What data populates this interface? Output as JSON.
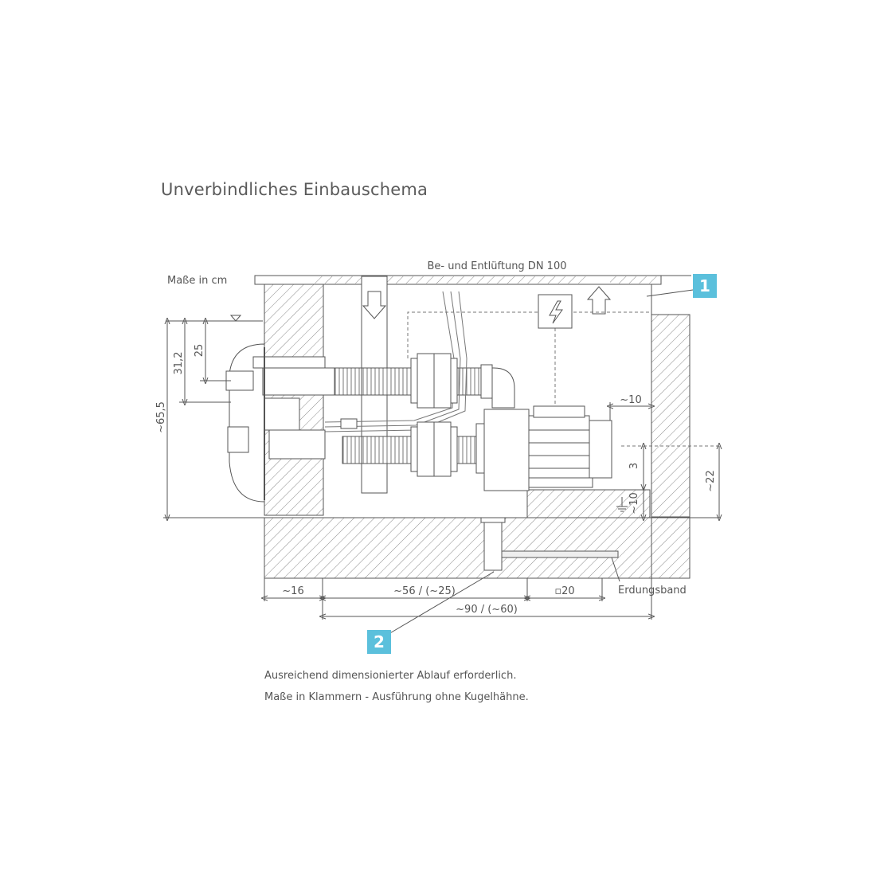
{
  "title": "Unverbindliches Einbauschema",
  "unit_label": "Maße in cm",
  "vent_label": "Be- und Entlüftung DN 100",
  "callouts": {
    "one": "1",
    "two": "2"
  },
  "dimensions": {
    "d_31_2": "31,2",
    "d_25": "25",
    "d_65_5": "~65,5",
    "d_10_top": "~10",
    "d_3": "3",
    "d_10_side": "~10",
    "d_22": "~22",
    "d_16": "~16",
    "d_56": "~56 / (~25)",
    "d_20": "▫20",
    "d_90": "~90 / (~60)"
  },
  "ground_label": "Erdungsband",
  "notes": [
    "Ausreichend dimensionierter Ablauf erforderlich.",
    "Maße in Klammern - Ausführung ohne Kugelhähne."
  ],
  "colors": {
    "accent": "#5bc0dc",
    "line": "#555555"
  },
  "icons": [
    "electrical-hazard-icon",
    "arrow-down-icon",
    "arrow-up-icon",
    "ground-symbol-icon"
  ]
}
